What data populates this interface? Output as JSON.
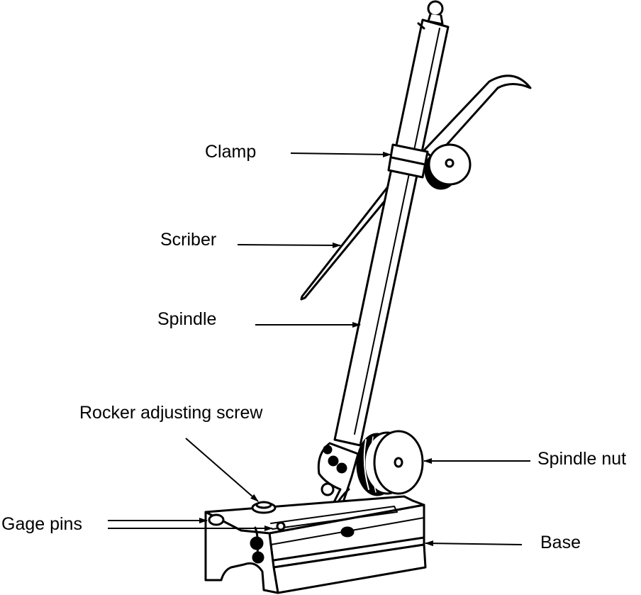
{
  "diagram": {
    "labels": {
      "clamp": "Clamp",
      "scriber": "Scriber",
      "spindle": "Spindle",
      "rocker_adjusting_screw": "Rocker adjusting screw",
      "spindle_nut": "Spindle nut",
      "gage_pins": "Gage pins",
      "base": "Base"
    }
  }
}
